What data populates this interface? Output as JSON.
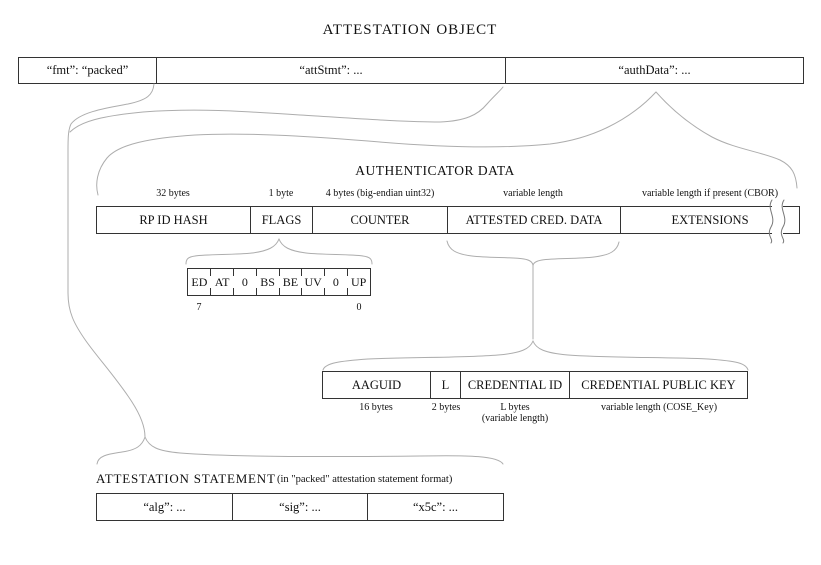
{
  "attestation_object": {
    "title": "ATTESTATION OBJECT",
    "fmt_label": "“fmt”: “packed”",
    "attstmt_label": "“attStmt”: ...",
    "authdata_label": "“authData”: ..."
  },
  "authenticator_data": {
    "heading": "AUTHENTICATOR DATA",
    "cells": [
      {
        "label": "RP ID HASH",
        "size": "32 bytes"
      },
      {
        "label": "FLAGS",
        "size": "1 byte"
      },
      {
        "label": "COUNTER",
        "size": "4 bytes (big-endian uint32)"
      },
      {
        "label": "ATTESTED CRED. DATA",
        "size": "variable length"
      },
      {
        "label": "EXTENSIONS",
        "size": "variable length if present (CBOR)"
      }
    ]
  },
  "flags_register": {
    "bits": [
      "ED",
      "AT",
      "0",
      "BS",
      "BE",
      "UV",
      "0",
      "UP"
    ],
    "high_bit": "7",
    "low_bit": "0"
  },
  "attested_credential_data": {
    "cells": [
      {
        "label": "AAGUID",
        "size": "16 bytes"
      },
      {
        "label": "L",
        "size": "2 bytes"
      },
      {
        "label": "CREDENTIAL ID",
        "size": "L bytes",
        "size_note": "(variable length)"
      },
      {
        "label": "CREDENTIAL PUBLIC KEY",
        "size": "variable length (COSE_Key)"
      }
    ]
  },
  "attestation_statement": {
    "heading": "ATTESTATION STATEMENT",
    "format_note": "(in \"packed\" attestation statement format)",
    "cells": [
      "“alg”: ...",
      "“sig”: ...",
      "“x5c”: ..."
    ]
  },
  "colors": {
    "line": "#adadad",
    "border": "#333333",
    "text": "#111111"
  }
}
